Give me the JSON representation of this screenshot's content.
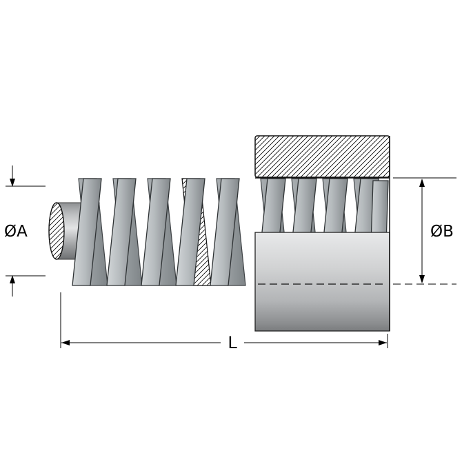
{
  "diagram": {
    "type": "technical-drawing",
    "subject": "die spring on shaft entering bored housing (half-section view)",
    "labels": {
      "diameter_a": "ØA",
      "diameter_b": "ØB",
      "length": "L"
    },
    "colors": {
      "line": "#000000",
      "metal_light": "#e8e9ea",
      "metal_dark": "#6e7072",
      "spring_front": "#b6bbbe",
      "spring_back": "#9aa0a3",
      "hatch": "#000000",
      "background": "#ffffff"
    }
  }
}
